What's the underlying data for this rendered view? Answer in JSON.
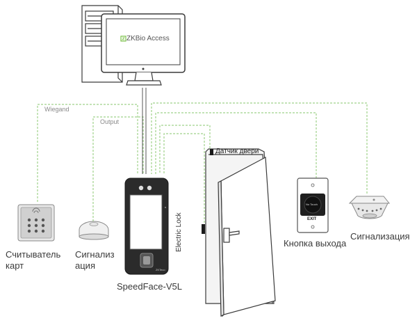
{
  "software": {
    "brand": "ZKBio Access"
  },
  "wires": {
    "wiegand": "Wiegand",
    "output": "Output"
  },
  "labels": {
    "card_reader_line1": "Считыватель",
    "card_reader_line2": "карт",
    "siren_line1": "Сигнализ",
    "siren_line2": "ация",
    "terminal": "SpeedFace-V5L",
    "electric_lock": "Electric Lock",
    "door_sensor": "Датчик двери",
    "exit_button": "Кнопка выхода",
    "alarm": "Сигнализация",
    "exit_text": "EXIT",
    "no_touch": "No Touch",
    "terminal_logo": "ZKTeco"
  },
  "colors": {
    "wire": "#9fd28a",
    "outline": "#3a3a3a",
    "accent": "#7cc04b"
  }
}
